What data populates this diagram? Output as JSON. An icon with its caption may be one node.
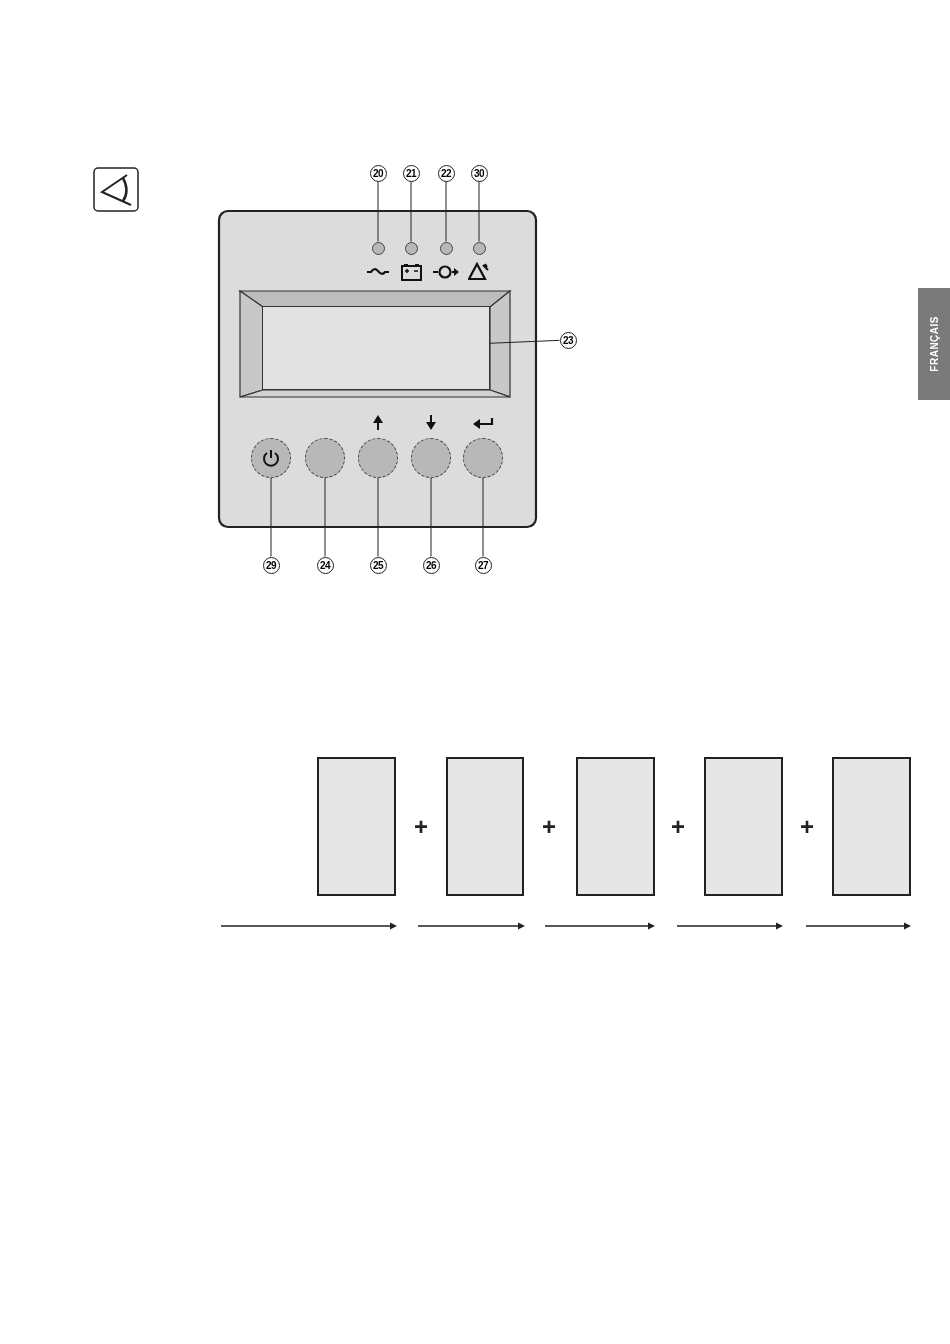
{
  "diagram": {
    "nodes": [
      {
        "text": [
          "20"
        ]
      },
      {
        "text": [
          "21"
        ]
      },
      {
        "text": [
          "22"
        ]
      },
      {
        "text": [
          "30"
        ]
      },
      {
        "text": [],
        "shape": "circle"
      },
      {
        "text": [],
        "shape": "circle"
      },
      {
        "text": [],
        "shape": "circle"
      },
      {
        "text": [],
        "shape": "circle"
      },
      {
        "text": [],
        "shape": "box"
      },
      {
        "text": [
          "23"
        ]
      },
      {
        "text": [],
        "shape": "circle"
      },
      {
        "text": [],
        "shape": "circle"
      },
      {
        "text": [],
        "shape": "circle"
      },
      {
        "text": [],
        "shape": "circle"
      },
      {
        "text": [],
        "shape": "circle"
      },
      {
        "text": [
          "29"
        ]
      },
      {
        "text": [
          "24"
        ]
      },
      {
        "text": [
          "25"
        ]
      },
      {
        "text": [
          "26"
        ]
      },
      {
        "text": [
          "27"
        ]
      },
      {
        "text": [],
        "shape": "box"
      },
      {
        "text": [],
        "shape": "box"
      },
      {
        "text": [],
        "shape": "box"
      },
      {
        "text": [],
        "shape": "box"
      },
      {
        "text": [],
        "shape": "box"
      }
    ],
    "edges": [
      {
        "from": 0,
        "to": 4,
        "arrow": "none"
      },
      {
        "from": 1,
        "to": 5,
        "arrow": "none"
      },
      {
        "from": 2,
        "to": 6,
        "arrow": "none"
      },
      {
        "from": 3,
        "to": 7,
        "arrow": "none"
      },
      {
        "from": 9,
        "to": 8,
        "arrow": "none"
      },
      {
        "from": 15,
        "to": 10,
        "arrow": "none"
      },
      {
        "from": 16,
        "to": 11,
        "arrow": "none"
      },
      {
        "from": 17,
        "to": 12,
        "arrow": "none"
      },
      {
        "from": 18,
        "to": 13,
        "arrow": "none"
      },
      {
        "from": 19,
        "to": 14,
        "arrow": "none"
      }
    ],
    "labels": [
      "FRANÇAIS",
      "+",
      "+",
      "+",
      "+"
    ]
  }
}
